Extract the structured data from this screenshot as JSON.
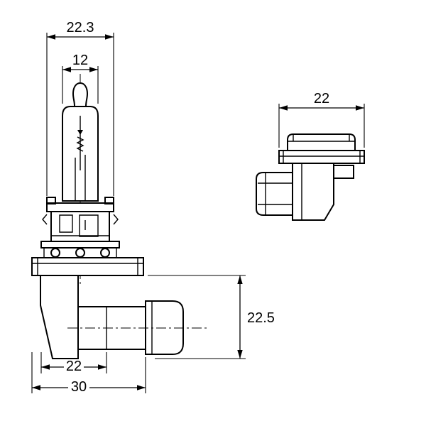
{
  "drawing": {
    "subject": "halogen headlamp bulb with right-angle connector, two orthographic views",
    "units": "mm",
    "colors": {
      "line": "#000000",
      "background": "#ffffff"
    },
    "dimensions": {
      "bulb_diameter": "22.3",
      "glass_tube_diameter": "12",
      "connector_side_width": "22",
      "connector_height": "22.5",
      "housing_width": "22",
      "overall_base_width": "30"
    }
  }
}
